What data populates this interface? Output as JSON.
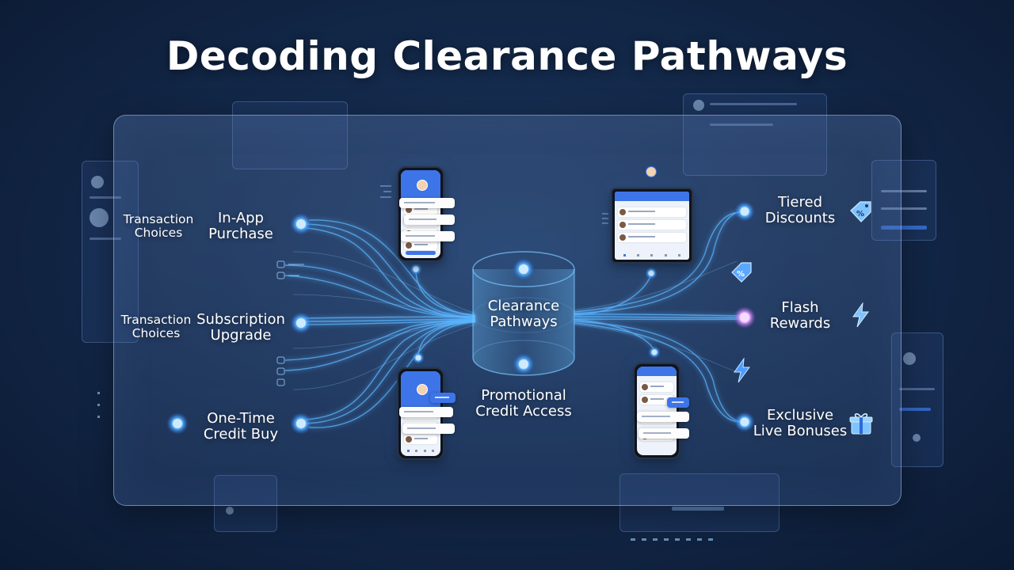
{
  "title": "Decoding Clearance Pathways",
  "center": {
    "label_line1": "Clearance",
    "label_line2": "Pathways"
  },
  "left": {
    "in_app": {
      "title_line1": "In-App",
      "title_line2": "Purchase",
      "choice_line1": "Transaction",
      "choice_line2": "Choices"
    },
    "subscription": {
      "title_line1": "Subscription",
      "title_line2": "Upgrade",
      "choice_line1": "Transaction",
      "choice_line2": "Choices"
    },
    "one_time": {
      "title_line1": "One-Time",
      "title_line2": "Credit Buy"
    }
  },
  "bottom": {
    "label_line1": "Promotional",
    "label_line2": "Credit Access"
  },
  "right": {
    "tiered": {
      "line1": "Tiered",
      "line2": "Discounts",
      "icon": "tag-percent-icon"
    },
    "flash": {
      "line1": "Flash",
      "line2": "Rewards",
      "icon": "lightning-icon"
    },
    "exclusive": {
      "line1": "Exclusive",
      "line2": "Live Bonuses",
      "icon": "gift-icon"
    }
  },
  "colors": {
    "accent_blue": "#4aa8ff",
    "node_glow": "#6fc4ff",
    "flash_node": "#e6a6ff",
    "app_header": "#3d74e8"
  }
}
